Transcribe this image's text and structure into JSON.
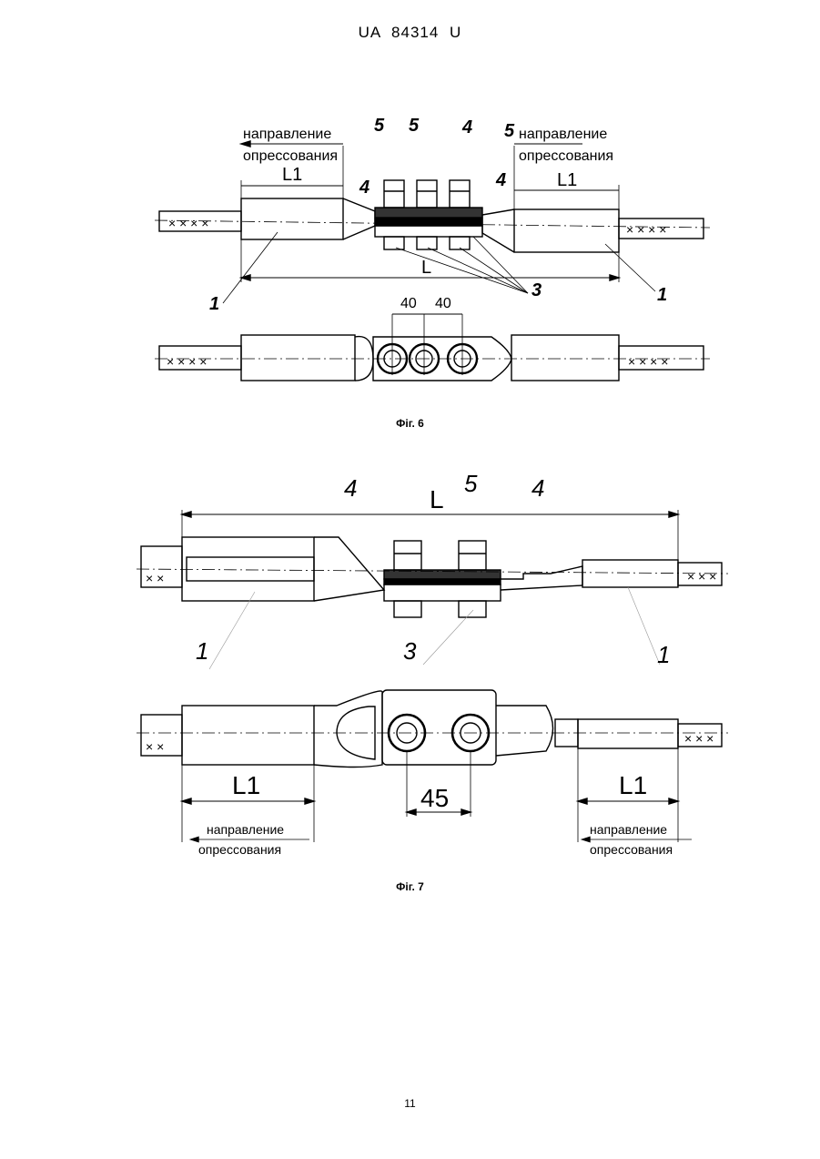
{
  "header": {
    "text": "UA 84314 U"
  },
  "figure6": {
    "caption": "Фіг. 6",
    "direction_left_1": "направление",
    "direction_left_2": "опрессования",
    "direction_right_1": "направление",
    "direction_right_2": "опрессования",
    "l1_left": "L1",
    "l1_right": "L1",
    "l_total": "L",
    "part_1_left": "1",
    "part_1_right": "1",
    "part_3": "3",
    "part_4_left": "4",
    "part_4_top": "4",
    "part_4_right": "4",
    "part_5_left": "5",
    "part_5_mid": "5",
    "part_5_right": "5",
    "dim_40_left": "40",
    "dim_40_right": "40"
  },
  "figure7": {
    "caption": "Фіг. 7",
    "l_total": "L",
    "part_4_left": "4",
    "part_5": "5",
    "part_4_right": "4",
    "part_1_left": "1",
    "part_3": "3",
    "part_1_right": "1",
    "l1_left": "L1",
    "l1_right": "L1",
    "dim_45": "45",
    "direction_left_1": "направление",
    "direction_left_2": "опрессования",
    "direction_right_1": "направление",
    "direction_right_2": "опрессования"
  },
  "footer": {
    "page": "11"
  }
}
